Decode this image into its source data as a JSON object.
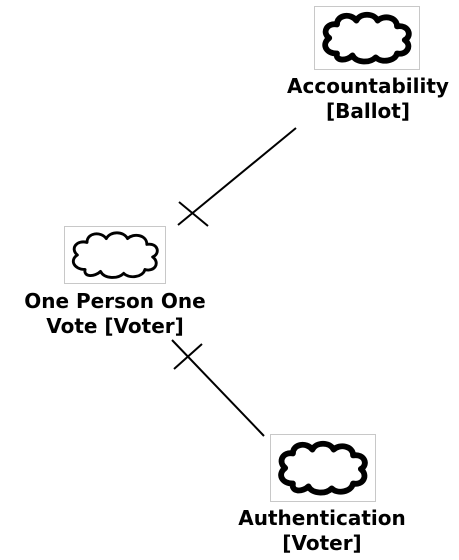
{
  "diagram": {
    "nodes": [
      {
        "id": "accountability",
        "icon": "cloud-icon",
        "label_line1": "Accountability",
        "label_line2": "[Ballot]"
      },
      {
        "id": "one-person-one-vote",
        "icon": "cloud-icon",
        "label_line1": "One Person One",
        "label_line2": "Vote [Voter]"
      },
      {
        "id": "authentication",
        "icon": "cloud-icon",
        "label_line1": "Authentication",
        "label_line2": "[Voter]"
      }
    ],
    "edges": [
      {
        "from": "one-person-one-vote",
        "to": "accountability",
        "end_marker_at": "one-person-one-vote",
        "marker": "bar"
      },
      {
        "from": "one-person-one-vote",
        "to": "authentication",
        "end_marker_at": "one-person-one-vote",
        "marker": "bar"
      }
    ],
    "colors": {
      "line": "#000000",
      "icon_border": "#c8c8c8",
      "background": "#ffffff"
    }
  }
}
